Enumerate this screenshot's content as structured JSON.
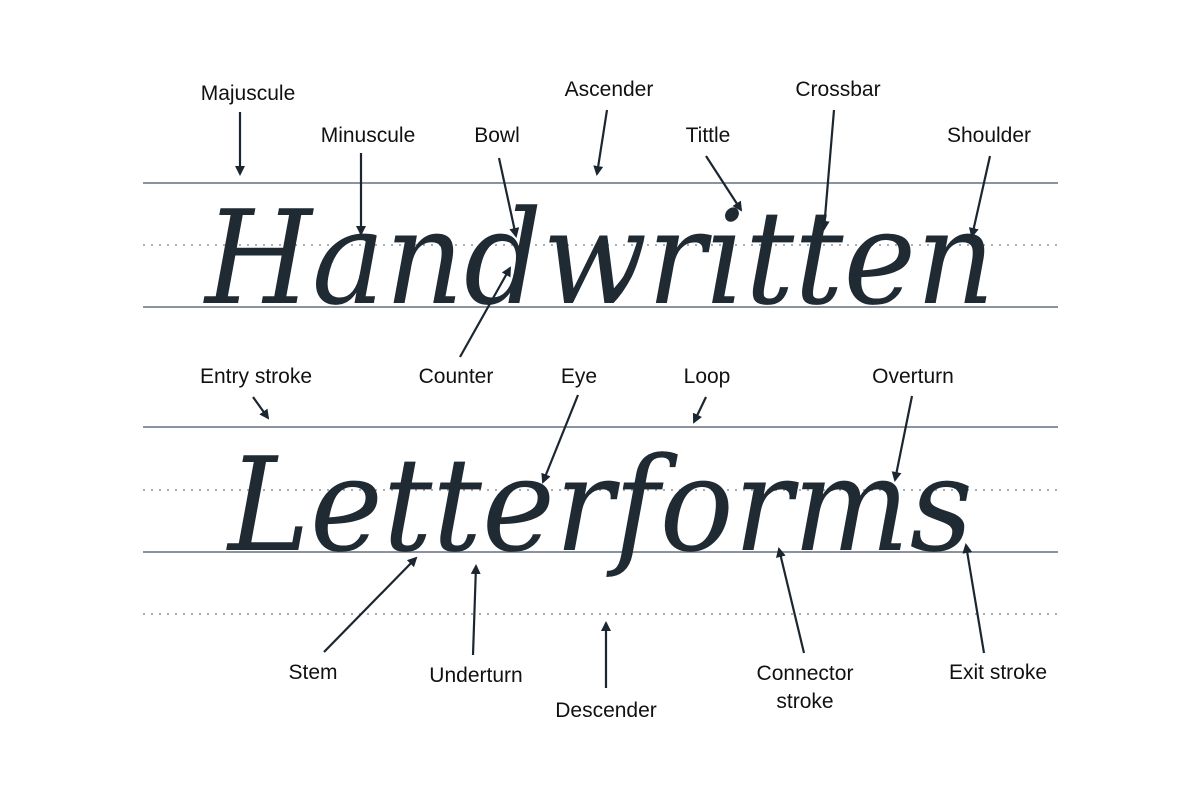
{
  "words": {
    "top": "Handwritten",
    "bottom": "Letterforms"
  },
  "labels": {
    "majuscule": "Majuscule",
    "minuscule": "Minuscule",
    "bowl": "Bowl",
    "ascender": "Ascender",
    "tittle": "Tittle",
    "crossbar": "Crossbar",
    "shoulder": "Shoulder",
    "entry_stroke": "Entry stroke",
    "counter": "Counter",
    "eye": "Eye",
    "loop": "Loop",
    "overturn": "Overturn",
    "stem": "Stem",
    "underturn": "Underturn",
    "descender": "Descender",
    "connector_stroke_line1": "Connector",
    "connector_stroke_line2": "stroke",
    "exit_stroke": "Exit stroke"
  },
  "colors": {
    "ink": "#1f2a33",
    "guide": "#8a939e",
    "text": "#111111"
  }
}
